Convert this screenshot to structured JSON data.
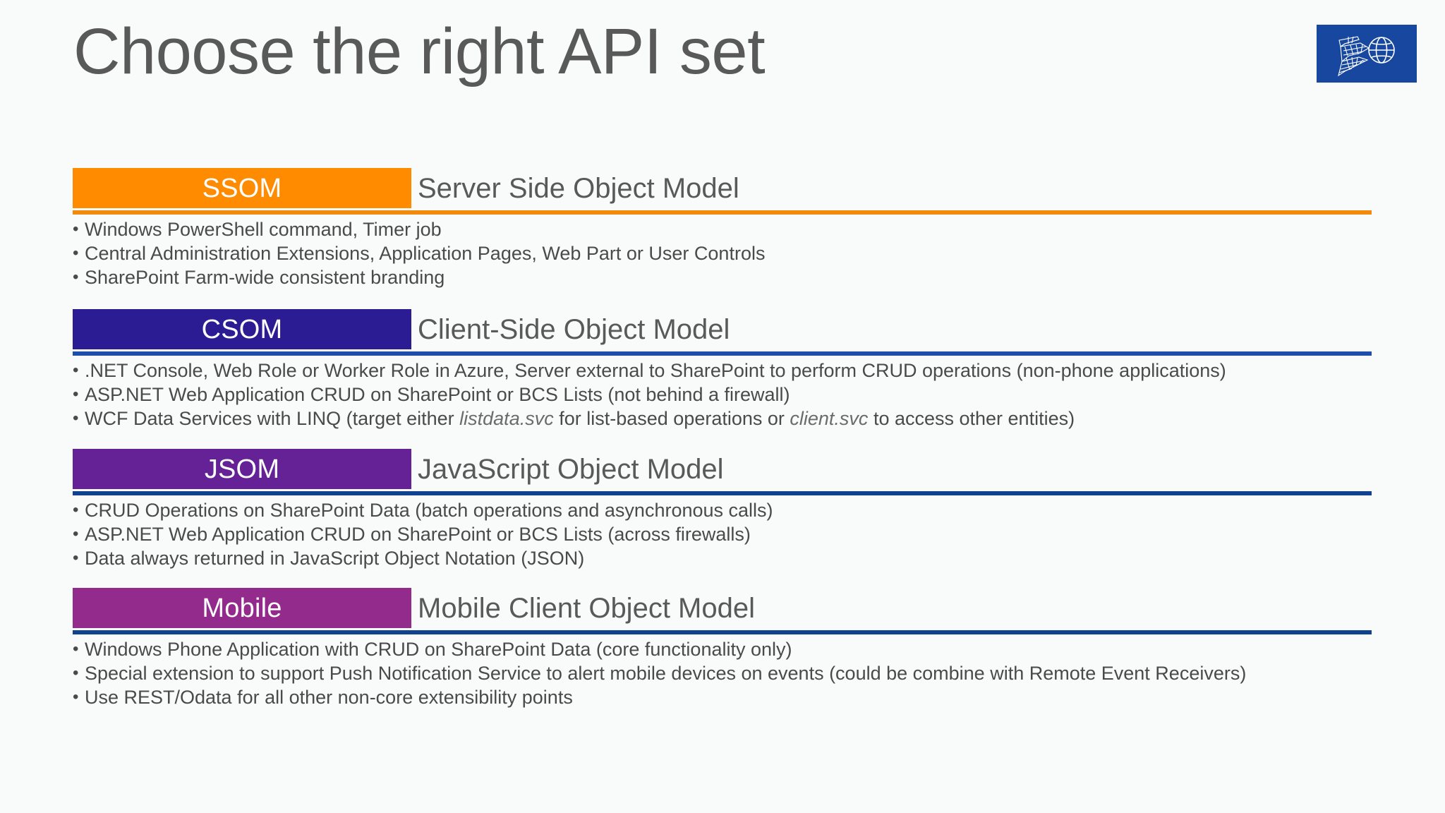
{
  "slide": {
    "title": "Choose the right API set",
    "background_color": "#f9fafa",
    "title_color": "#595959"
  },
  "logo": {
    "name": "sharepoint-server-logo",
    "background_color": "#17479e",
    "icons": [
      "mesh-ribbon-icon",
      "globe-icon"
    ]
  },
  "sections": [
    {
      "tag": "SSOM",
      "title": "Server Side Object Model",
      "tag_color": "#ff8c00",
      "rule_color": "#f28a0e",
      "bullets": [
        [
          {
            "t": "Windows PowerShell command, Timer job"
          }
        ],
        [
          {
            "t": "Central Administration Extensions, Application Pages, Web Part or User Controls"
          }
        ],
        [
          {
            "t": "SharePoint Farm-wide consistent branding"
          }
        ]
      ]
    },
    {
      "tag": "CSOM",
      "title": "Client-Side Object Model",
      "tag_color": "#2b1c93",
      "rule_color": "#1f4ea8",
      "bullets": [
        [
          {
            "t": ".NET Console, Web Role or Worker Role in Azure, Server external to SharePoint to perform CRUD operations (non-phone applications)"
          }
        ],
        [
          {
            "t": "ASP.NET Web Application CRUD on SharePoint or BCS Lists (not behind a firewall)"
          }
        ],
        [
          {
            "t": "WCF Data Services with LINQ (target either "
          },
          {
            "t": "listdata.svc",
            "i": true
          },
          {
            "t": " for list-based operations or "
          },
          {
            "t": "client.svc",
            "i": true
          },
          {
            "t": " to access other entities)"
          }
        ]
      ]
    },
    {
      "tag": "JSOM",
      "title": "JavaScript Object Model",
      "tag_color": "#652196",
      "rule_color": "#11428f",
      "bullets": [
        [
          {
            "t": "CRUD Operations on SharePoint Data (batch operations and asynchronous calls)"
          }
        ],
        [
          {
            "t": "ASP.NET Web Application CRUD on SharePoint or BCS Lists (across firewalls)"
          }
        ],
        [
          {
            "t": "Data always returned in JavaScript Object Notation (JSON)"
          }
        ]
      ]
    },
    {
      "tag": "Mobile",
      "title": "Mobile Client Object Model",
      "tag_color": "#932b8c",
      "rule_color": "#11428f",
      "bullets": [
        [
          {
            "t": "Windows Phone Application with CRUD on SharePoint Data (core functionality only)"
          }
        ],
        [
          {
            "t": "Special extension to support Push Notification Service to alert mobile devices on events (could be combine with Remote Event Receivers)"
          }
        ],
        [
          {
            "t": "Use REST/Odata for all other non-core extensibility points"
          }
        ]
      ]
    }
  ],
  "bullet_glyph": "•"
}
